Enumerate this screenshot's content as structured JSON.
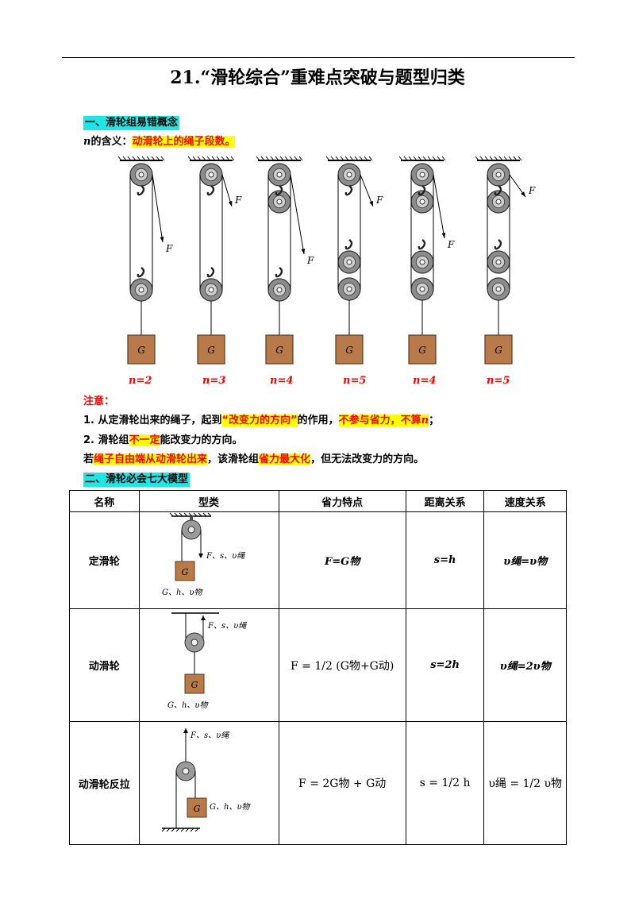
{
  "title": "21.“滑轮综合”重难点突破与题型归类",
  "section1": {
    "heading": "一、滑轮组易错概念",
    "n_label_var": "n",
    "n_label_rest": "的含义：",
    "n_meaning": "动滑轮上的绳子段数。",
    "n_values": [
      "n=2",
      "n=3",
      "n=4",
      "n=5",
      "n=4",
      "n=5"
    ],
    "force_label": "F",
    "weight_label": "G"
  },
  "notes": {
    "heading": "注意：",
    "line1_a": "1. 从定滑轮出来的绳子，起到",
    "line1_b": "“改变力的方向”",
    "line1_c": "的作用，",
    "line1_d": "不参与省力，不算",
    "line1_e": "n",
    "line1_f": "；",
    "line2_a": "2. 滑轮组",
    "line2_b": "不一定",
    "line2_c": "能改变力的方向。",
    "line3_a": "若",
    "line3_b": "绳子自由端从动滑轮出来",
    "line3_c": "，该滑轮组",
    "line3_d": "省力最大化",
    "line3_e": "，但无法改变力的方向。"
  },
  "section2": {
    "heading": "二、滑轮必会七大模型",
    "headers": [
      "名称",
      "型类",
      "省力特点",
      "距离关系",
      "速度关系"
    ],
    "rows": [
      {
        "name": "定滑轮",
        "top_label": "F、s、υ绳",
        "bottom_label": "G、h、υ物",
        "force": "F=G物",
        "distance": "s=h",
        "speed": "υ绳=υ物"
      },
      {
        "name": "动滑轮",
        "top_label": "F、s、υ绳",
        "bottom_label": "G、h、υ物",
        "force": "F = 1/2 (G物+G动)",
        "distance": "s=2h",
        "speed": "υ绳=2υ物"
      },
      {
        "name": "动滑轮反拉",
        "top_label": "F、s、υ绳",
        "bottom_label": "G、h、υ物",
        "force": "F = 2G物 + G动",
        "distance": "s = 1/2 h",
        "speed": "υ绳 = 1/2 υ物"
      }
    ]
  }
}
